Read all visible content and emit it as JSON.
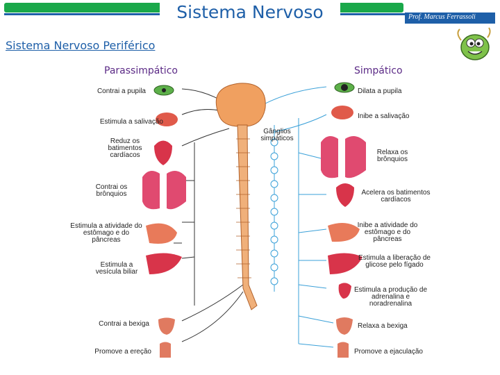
{
  "header": {
    "title": "Sistema Nervoso",
    "author": "Prof. Marcus Ferrassoli"
  },
  "section_title": "Sistema Nervoso Periférico",
  "columns": {
    "parasympathetic": "Parassimpático",
    "sympathetic": "Simpático"
  },
  "ganglia_label": "Gânglios simpáticos",
  "parasympathetic_effects": [
    "Contrai a pupila",
    "Estimula a salivação",
    "Reduz os batimentos cardíacos",
    "Contrai os brônquios",
    "Estimula a atividade do estômago e do pâncreas",
    "Estimula a vesícula biliar",
    "Contrai a bexiga",
    "Promove a ereção"
  ],
  "sympathetic_effects": [
    "Dilata a pupila",
    "Inibe a salivação",
    "Relaxa os brônquios",
    "Acelera os batimentos cardíacos",
    "Inibe a atividade do estômago e do pâncreas",
    "Estimula a liberação de glicose pelo fígado",
    "Estimula a produção de adrenalina e noradrenalina",
    "Relaxa a bexiga",
    "Promove a ejaculação"
  ],
  "colors": {
    "title": "#1e5fa8",
    "header_green": "#1aa84a",
    "column_heading": "#5b2a86",
    "nerve_left": "#333333",
    "nerve_right": "#3aa0d8",
    "organ": "#d8344a",
    "spine": "#f0b07a"
  }
}
